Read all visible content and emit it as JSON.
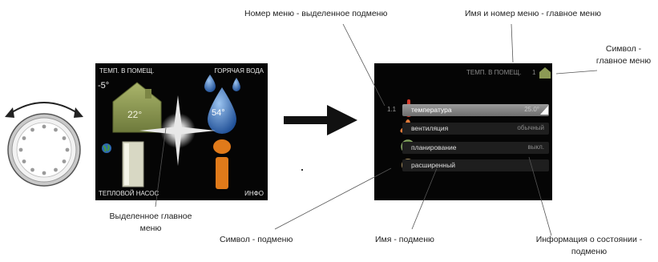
{
  "callouts": {
    "menu_number": "Номер меню - выделенное подменю",
    "menu_name_number": "Имя и номер меню - главное меню",
    "symbol_main_1": "Символ -",
    "symbol_main_2": "главное меню",
    "selected_main_1": "Выделенное главное",
    "selected_main_2": "меню",
    "symbol_sub": "Символ - подменю",
    "name_sub": "Имя - подменю",
    "status_info_1": "Информация о состоянии -",
    "status_info_2": "подменю"
  },
  "main_screen": {
    "tl": "ТЕМП. В ПОМЕЩ.",
    "tr": "ГОРЯЧАЯ ВОДА",
    "bl": "ТЕПЛОВОЙ НАСОС",
    "br": "ИНФО",
    "outdoor_temp": "-5°",
    "house_temp": "22°",
    "water_temp": "54°"
  },
  "sub_screen": {
    "header_title": "ТЕМП. В ПОМЕЩ.",
    "header_number": "1",
    "selected_number": "1.1",
    "rows": [
      {
        "label": "температура",
        "status": "25.0°"
      },
      {
        "label": "вентиляция",
        "status": "обычный"
      },
      {
        "label": "планирование",
        "status": "выкл."
      },
      {
        "label": "расширенный",
        "status": ""
      }
    ]
  },
  "icons": [
    "rotary-knob-icon",
    "curved-double-arrow-icon",
    "right-arrow-icon",
    "house-icon",
    "water-drop-icon",
    "globe-icon",
    "heat-pump-icon",
    "info-icon",
    "thermometer-icon",
    "fan-icon",
    "clock-icon",
    "wrench-icon"
  ],
  "colors": {
    "screen_bg": "#050505",
    "house_green": "#8c9a55",
    "water_blue": "#3a6fb5",
    "info_orange": "#e07a1a"
  }
}
